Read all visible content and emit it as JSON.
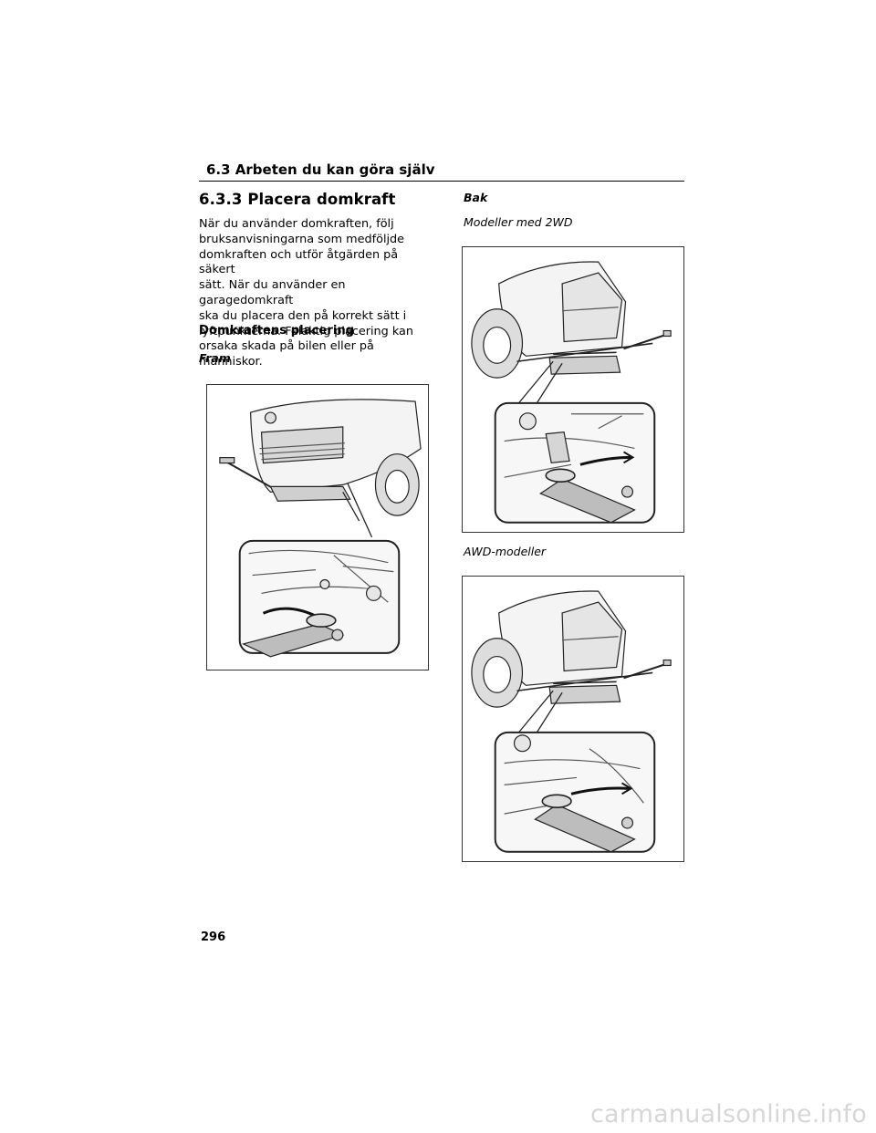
{
  "header": {
    "section": "6.3  Arbeten du kan göra själv"
  },
  "title": "6.3.3  Placera domkraft",
  "intro_lines": [
    "När du använder domkraften, följ",
    "bruksanvisningarna som medföljde",
    "domkraften och utför åtgärden på säkert",
    "sätt. När du använder en garagedomkraft",
    "ska du placera den på korrekt sätt i",
    "lyftpunkterna. Felaktig placering kan",
    "orsaka skada på bilen eller på människor."
  ],
  "subheading": "Domkraftens placering",
  "front": {
    "label": "Fram"
  },
  "rear": {
    "label": "Bak",
    "model_2wd": "Modeller med 2WD",
    "model_awd": "AWD-modeller"
  },
  "page_number": "296",
  "watermark": "carmanualsonline.info"
}
